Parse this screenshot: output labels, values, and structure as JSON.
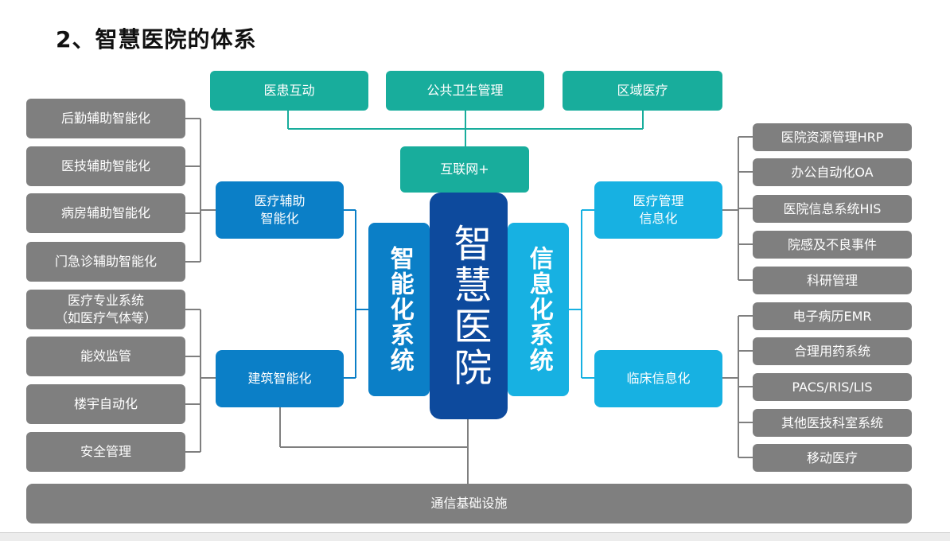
{
  "title": "2、智慧医院的体系",
  "top_nodes": [
    "医患互动",
    "公共卫生管理",
    "区域医疗"
  ],
  "internet": "互联网+",
  "left_groups": {
    "auxiliary": {
      "label": "医疗辅助\n智能化",
      "items": [
        "后勤辅助智能化",
        "医技辅助智能化",
        "病房辅助智能化",
        "门急诊辅助智能化"
      ]
    },
    "building": {
      "label": "建筑智能化",
      "items": [
        "医疗专业系统\n（如医疗气体等）",
        "能效监管",
        "楼宇自动化",
        "安全管理"
      ]
    }
  },
  "center": {
    "intelligent_system": "智能化系统",
    "smart_hospital": "智慧医院",
    "information_system": "信息化系统"
  },
  "right_groups": {
    "management": {
      "label": "医疗管理\n信息化",
      "items": [
        "医院资源管理HRP",
        "办公自动化OA",
        "医院信息系统HIS",
        "院感及不良事件",
        "科研管理"
      ]
    },
    "clinical": {
      "label": "临床信息化",
      "items": [
        "电子病历EMR",
        "合理用药系统",
        "PACS/RIS/LIS",
        "其他医技科室系统",
        "移动医疗"
      ]
    }
  },
  "infrastructure": "通信基础设施",
  "colors": {
    "grey": "#7f7f7f",
    "teal": "#18ad9c",
    "blue": "#0b7fc7",
    "sky": "#17b1e2",
    "navy": "#0d4a9d"
  }
}
